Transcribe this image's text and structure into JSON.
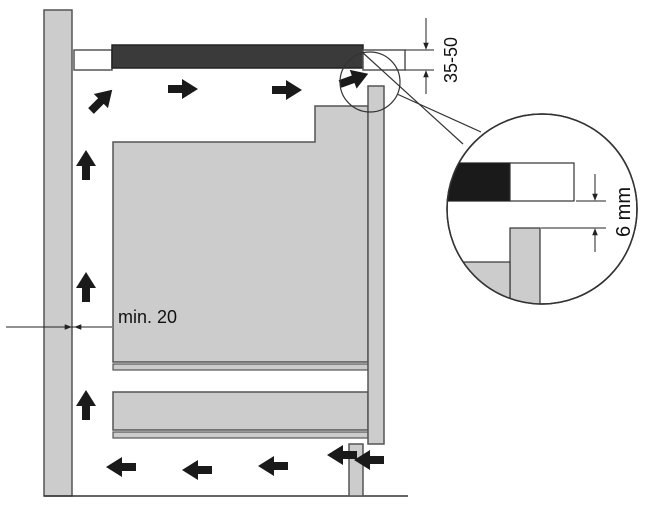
{
  "labels": {
    "gap_top": "35-50",
    "gap_side": "min. 20",
    "gap_detail": "6 mm"
  },
  "colors": {
    "panel_fill": "#cccccc",
    "panel_stroke": "#555555",
    "dark_strip": "#3a3a3a",
    "detail_black": "#1a1a1a",
    "arrow": "#1a1a1a",
    "line": "#222222"
  },
  "icons": {
    "airflow": "arrow-icon",
    "dimension": "dimension-arrow-icon"
  }
}
